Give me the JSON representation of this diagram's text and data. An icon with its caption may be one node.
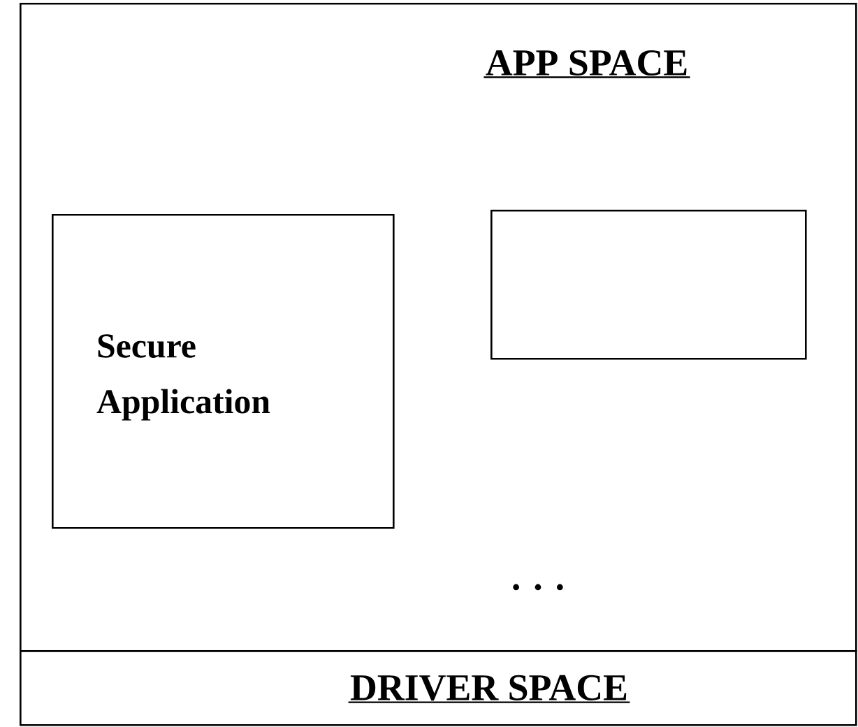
{
  "diagram": {
    "nodes": [
      {
        "text": [
          "APP SPACE"
        ]
      },
      {
        "text": [
          "Secure Application"
        ],
        "in": 0
      },
      {
        "text": [],
        "shape": "box",
        "in": 0
      },
      {
        "text": [
          "DRIVER SPACE"
        ]
      }
    ],
    "edges": [],
    "labels": [
      ". . ."
    ]
  }
}
